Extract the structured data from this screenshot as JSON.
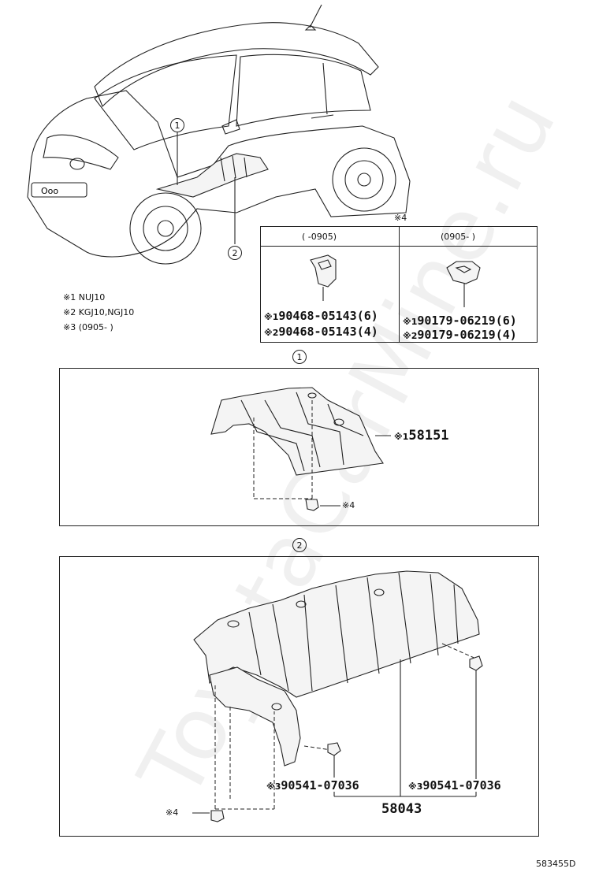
{
  "diagram_code": "583455D",
  "watermark": "ToyotaCarMine.ru",
  "legend": [
    {
      "mark": "※1",
      "text": "NUJ10"
    },
    {
      "mark": "※2",
      "text": "KGJ10,NGJ10"
    },
    {
      "mark": "※3",
      "text": "(0905-      )"
    }
  ],
  "clip_table": {
    "note_mark": "※4",
    "col_left_header": "(   -0905)",
    "col_right_header": "(0905-    )",
    "left_rows": [
      {
        "mark": "※1",
        "part": "90468-05143(6)"
      },
      {
        "mark": "※2",
        "part": "90468-05143(4)"
      }
    ],
    "right_rows": [
      {
        "mark": "※1",
        "part": "90179-06219(6)"
      },
      {
        "mark": "※2",
        "part": "90179-06219(4)"
      }
    ]
  },
  "callouts": {
    "one": "1",
    "two": "2"
  },
  "section1": {
    "marker": "1",
    "part_mark": "※1",
    "part_number": "58151",
    "clip_mark": "※4"
  },
  "section2": {
    "marker": "2",
    "left_mark": "※3",
    "left_part": "90541-07036",
    "right_mark": "※3",
    "right_part": "90541-07036",
    "main_part": "58043",
    "clip_mark": "※4"
  }
}
